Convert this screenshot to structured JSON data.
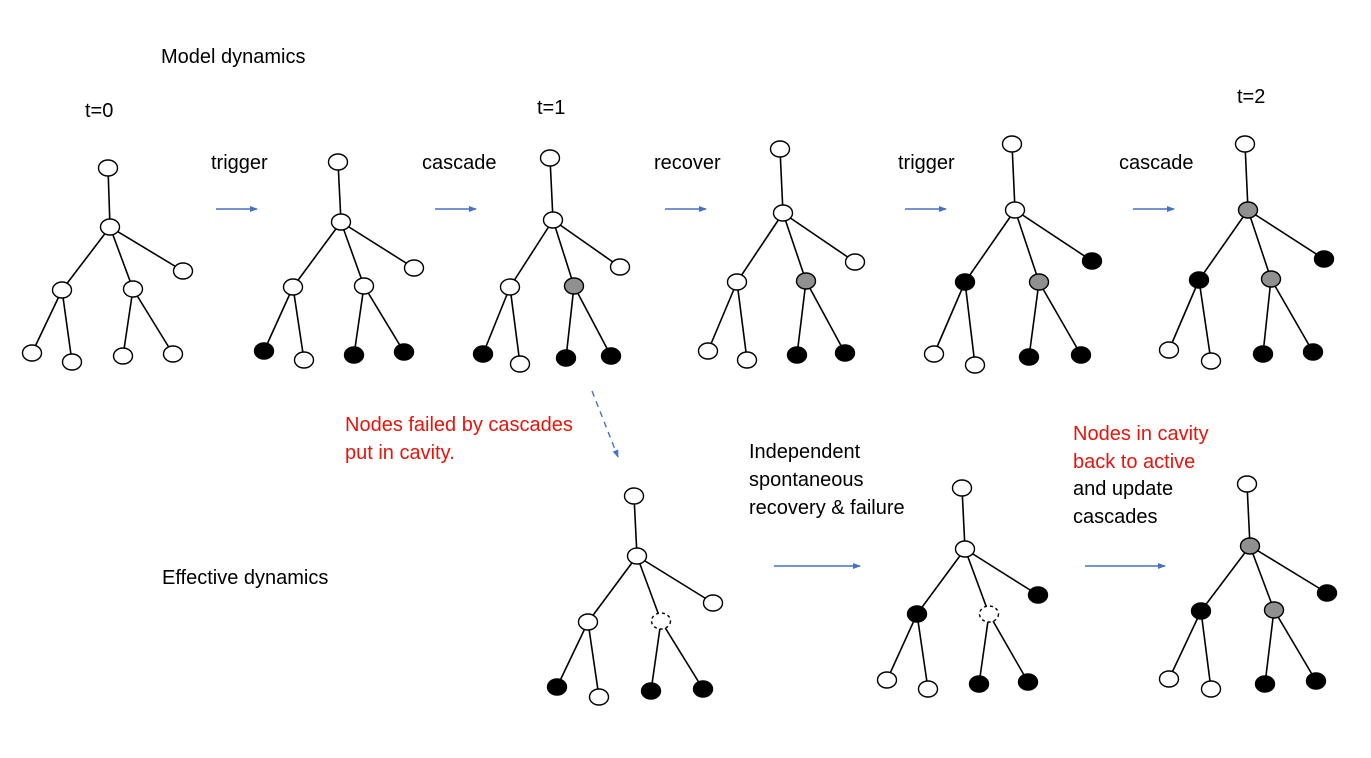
{
  "sections": {
    "model_title": "Model dynamics",
    "effective_title": "Effective dynamics"
  },
  "times": {
    "t0": "t=0",
    "t1": "t=1",
    "t2": "t=2"
  },
  "steps": {
    "trigger1": "trigger",
    "cascade1": "cascade",
    "recover": "recover",
    "trigger2": "trigger",
    "cascade2": "cascade"
  },
  "notes": {
    "cavity_line1": "Nodes failed by cascades",
    "cavity_line2": "put in cavity.",
    "indep_line1": "Independent",
    "indep_line2": "spontaneous",
    "indep_line3": "recovery & failure",
    "back_line1": "Nodes in cavity",
    "back_line2": "back to active",
    "back_line3": "and update",
    "back_line4": "cascades"
  },
  "node_colors": {
    "active": "#ffffff",
    "failed": "#000000",
    "cascade_failed": "#909090",
    "arrow": "#4472c4",
    "highlight_text": "#e8140c"
  },
  "trees": [
    {
      "states": [
        "active",
        "active",
        "active",
        "active",
        "active",
        "active",
        "active",
        "active",
        "active"
      ]
    },
    {
      "states": [
        "active",
        "active",
        "active",
        "active",
        "active",
        "failed",
        "active",
        "failed",
        "failed"
      ]
    },
    {
      "states": [
        "active",
        "active",
        "active",
        "cascade",
        "active",
        "failed",
        "active",
        "failed",
        "failed"
      ]
    },
    {
      "states": [
        "active",
        "active",
        "active",
        "cascade",
        "active",
        "active",
        "active",
        "failed",
        "failed"
      ]
    },
    {
      "states": [
        "active",
        "active",
        "failed",
        "cascade",
        "failed",
        "active",
        "active",
        "failed",
        "failed"
      ]
    },
    {
      "states": [
        "active",
        "cascade",
        "failed",
        "cascade",
        "failed",
        "active",
        "active",
        "failed",
        "failed"
      ]
    },
    {
      "states": [
        "active",
        "active",
        "active",
        "cavity",
        "active",
        "failed",
        "active",
        "failed",
        "failed"
      ]
    },
    {
      "states": [
        "active",
        "active",
        "failed",
        "cavity",
        "failed",
        "active",
        "active",
        "failed",
        "failed"
      ]
    },
    {
      "states": [
        "active",
        "cascade",
        "failed",
        "cascade",
        "failed",
        "active",
        "active",
        "failed",
        "failed"
      ]
    }
  ]
}
